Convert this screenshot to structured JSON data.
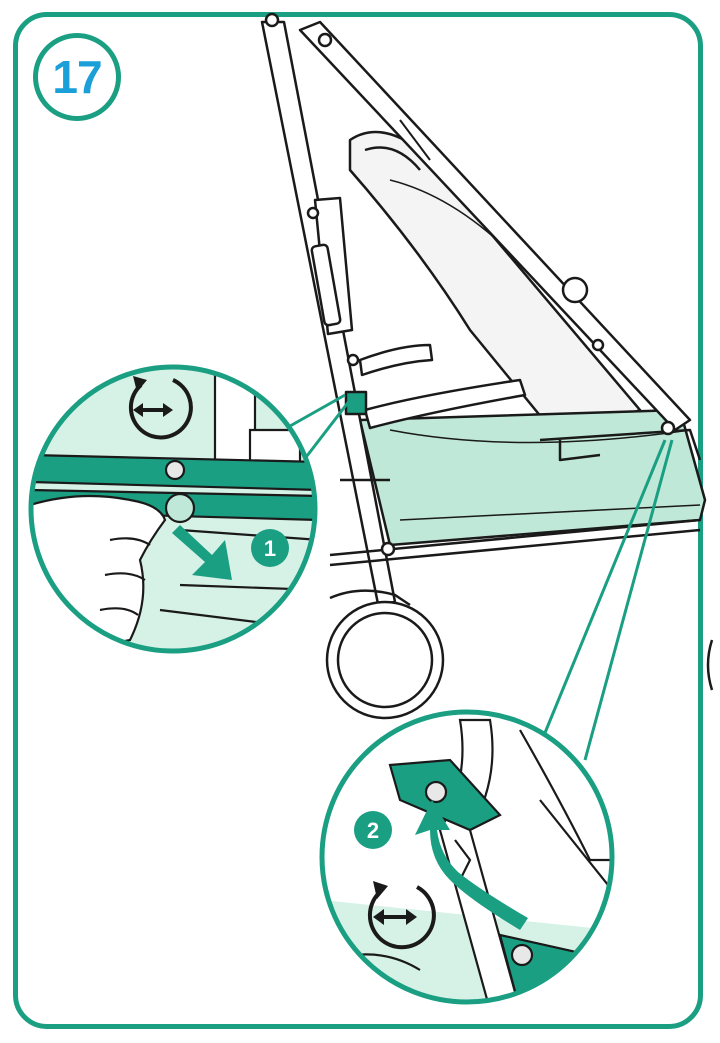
{
  "step": {
    "number": "17"
  },
  "callouts": [
    {
      "label": "1"
    },
    {
      "label": "2"
    }
  ],
  "icons": {
    "rotate_left": "rotate-arrow-icon",
    "rotate_right": "rotate-arrow-icon",
    "arrow_pull": "pull-arrow-icon",
    "arrow_lift": "lift-arrow-icon"
  },
  "colors": {
    "accent": "#1a9f83",
    "fabric": "#bfe8d8",
    "step_number": "#1a9fd8",
    "line": "#1a1a1a"
  }
}
